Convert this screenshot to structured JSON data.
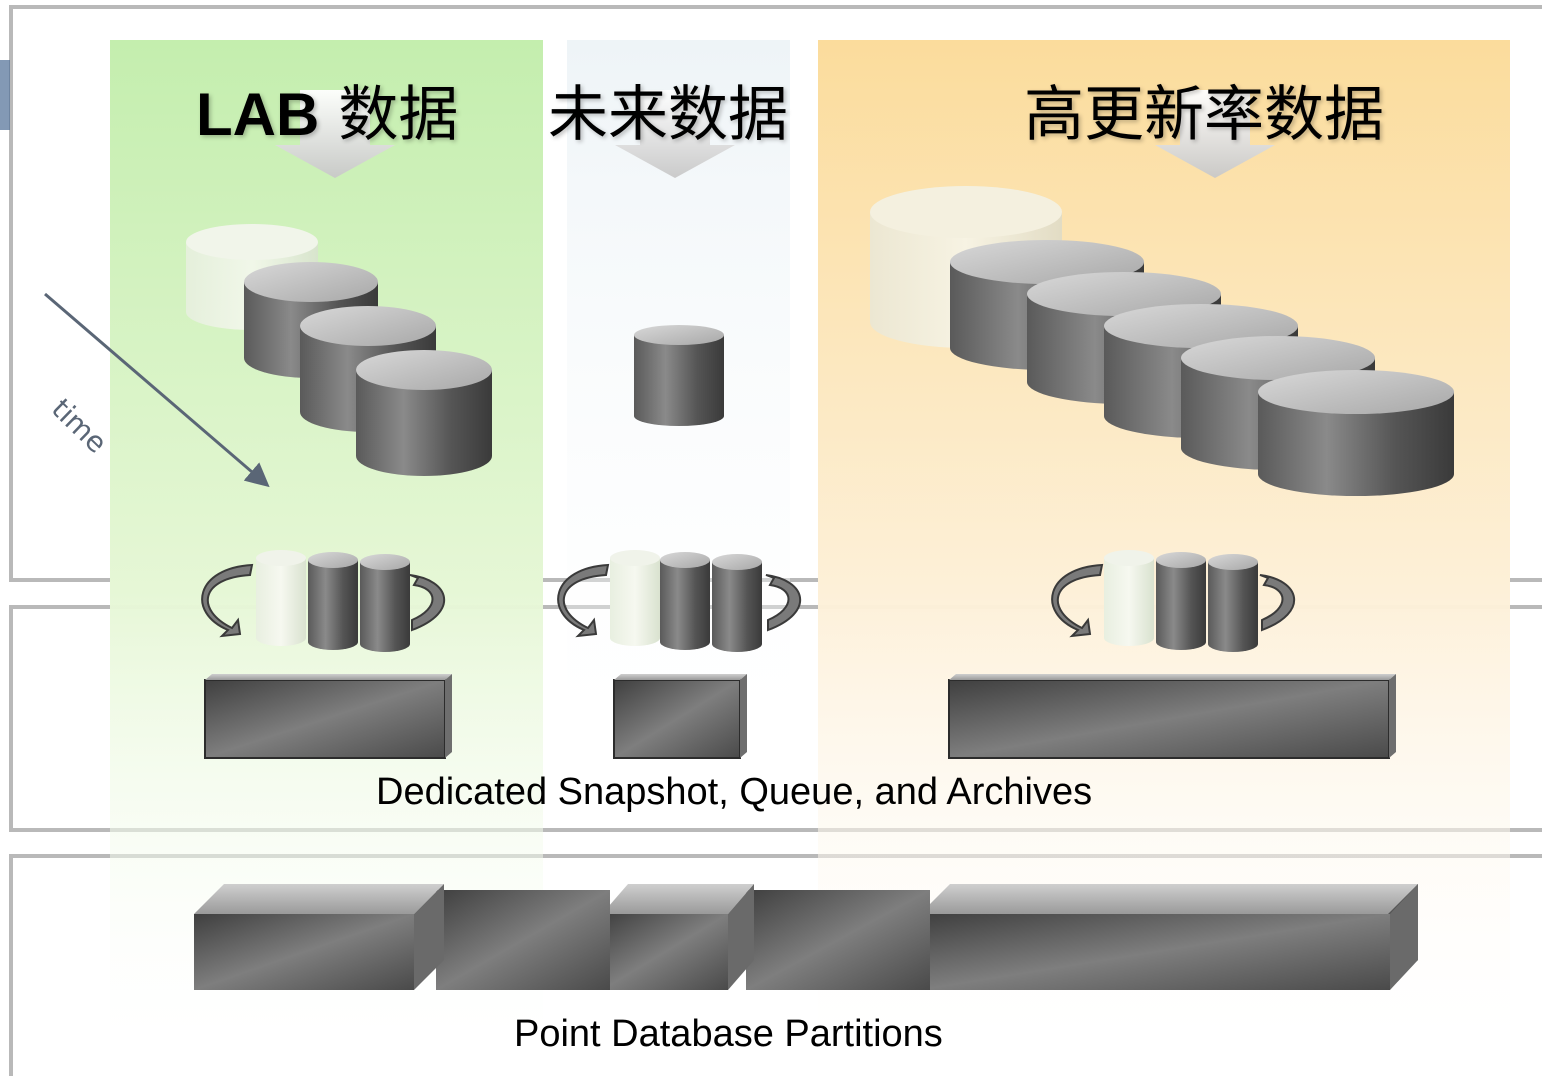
{
  "columns": [
    {
      "title_bold": "LAB",
      "title": " 数据",
      "color": "#c6eeb0"
    },
    {
      "title_bold": "",
      "title": "未来数据",
      "color": "#eaf2f7"
    },
    {
      "title_bold": "",
      "title": "高更新率数据",
      "color": "#fbdca0"
    }
  ],
  "time_label": "time",
  "panels": {
    "snapshot_caption": "Dedicated Snapshot, Queue, and Archives",
    "partitions_caption": "Point Database Partitions"
  },
  "colors": {
    "cylinder_dark": "#4d4d4d",
    "cylinder_top": "#c4c4c4",
    "panel_border": "#b9b9b9",
    "time_arrow": "#5a6676"
  }
}
